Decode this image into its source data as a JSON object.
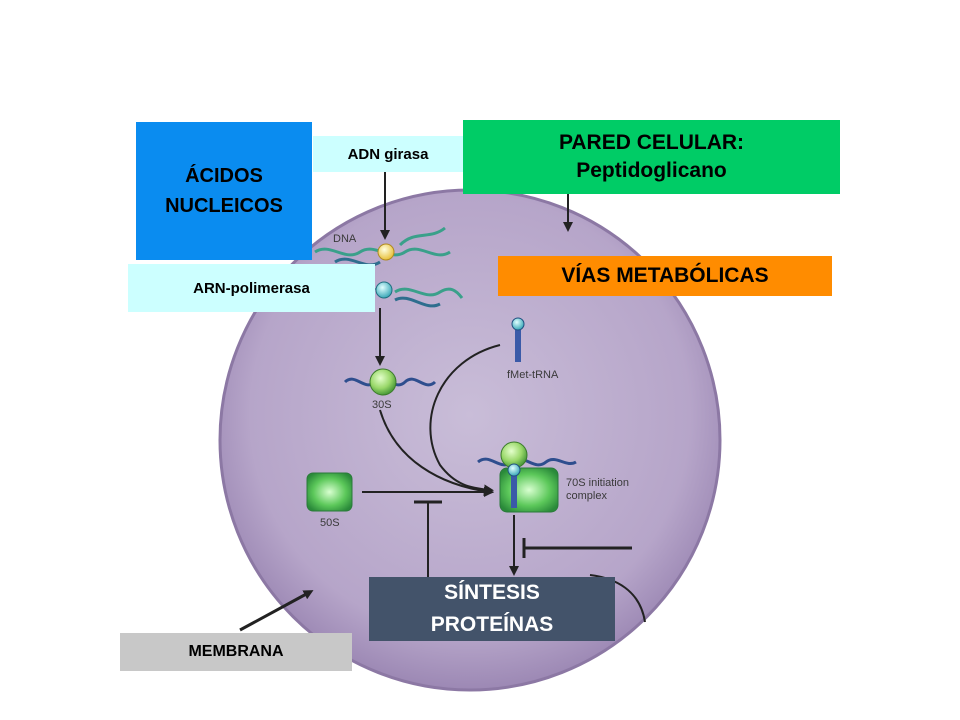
{
  "boxes": {
    "acidos": {
      "line1": "ÁCIDOS",
      "line2": "NUCLEICOS"
    },
    "adn_girasa": "ADN girasa",
    "pared": {
      "line1": "PARED CELULAR:",
      "line2": "Peptidoglicano"
    },
    "arn_polimerasa": "ARN-polimerasa",
    "vias": "VÍAS METABÓLICAS",
    "sintesis": {
      "line1": "SÍNTESIS",
      "line2": "PROTEÍNAS"
    },
    "membrana": "MEMBRANA"
  },
  "diagram_labels": {
    "dna": "DNA",
    "fmet_trna": "fMet-tRNA",
    "s30": "30S",
    "s50": "50S",
    "initiation_line1": "70S initiation",
    "initiation_line2": "complex"
  },
  "colors": {
    "acidos": "#0a8cf0",
    "adn_girasa": "#ccffff",
    "pared": "#00cc66",
    "vias": "#ff8c00",
    "sintesis": "#43536a",
    "membrana": "#c8c8c8",
    "cell": "#b8a8cc"
  }
}
